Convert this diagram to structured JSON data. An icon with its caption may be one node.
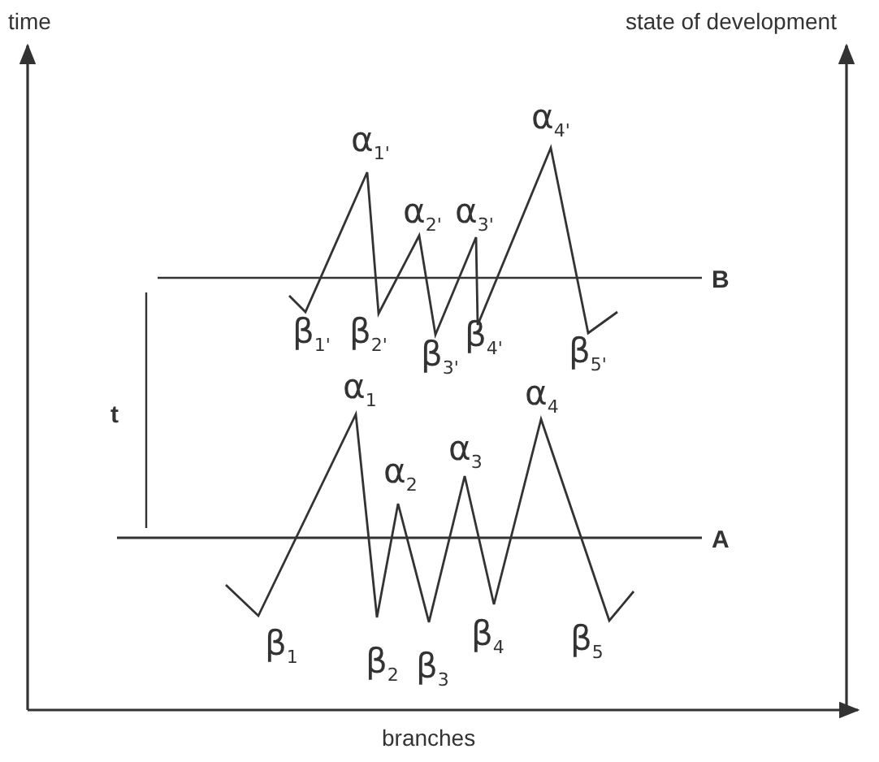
{
  "diagram": {
    "labels": [
      "time",
      "state of development",
      "α$_{1'}$",
      "α$_{2'}$",
      "α$_{3'}$",
      "α$_{4'}$",
      "B",
      "β$_{1'}$",
      "β$_{2'}$",
      "β$_{3'}$",
      "β$_{4'}$",
      "β$_{5'}$",
      "t",
      "α$_{1}$",
      "α$_{2}$",
      "α$_{3}$",
      "α$_{4}$",
      "A",
      "β$_{1}$",
      "β$_{2}$",
      "β$_{3}$",
      "β$_{4}$",
      "β$_{5}$",
      "branches"
    ]
  }
}
